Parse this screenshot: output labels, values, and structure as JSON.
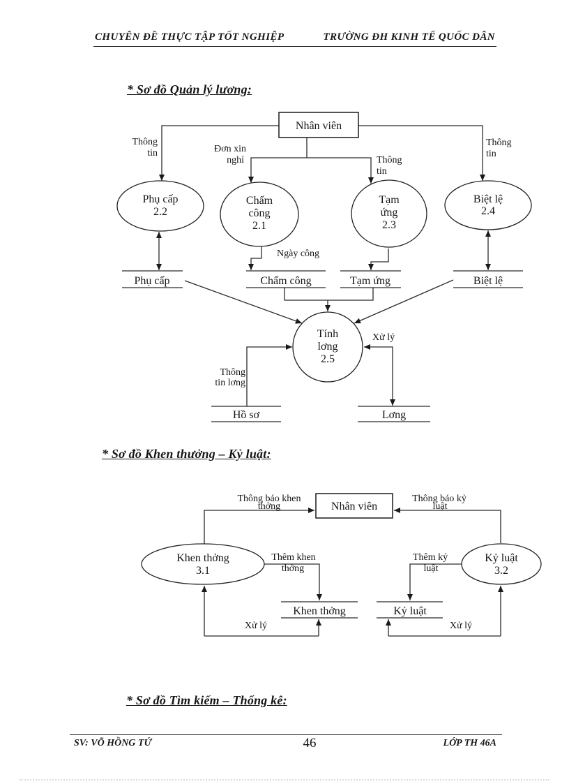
{
  "header": {
    "left": "CHUYÊN ĐỀ THỰC TẬP TỐT NGHIỆP",
    "right": "TRƯỜNG ĐH KINH TẾ QUỐC DÂN"
  },
  "titles": {
    "salary": "* Sơ đồ Quản lý lương:",
    "reward": "* Sơ đồ Khen thưởng – Kỷ luật:",
    "search": "* Sơ đồ Tìm kiếm – Thống kê:"
  },
  "d1": {
    "entity": "Nhân viên",
    "p_phucap": {
      "l1": "Phụ cấp",
      "l2": "2.2"
    },
    "p_chamcong": {
      "l1": "Chấm",
      "l2": "công",
      "l3": "2.1"
    },
    "p_tamung": {
      "l1": "Tạm",
      "l2": "ứng",
      "l3": "2.3"
    },
    "p_bietle": {
      "l1": "Biệt lệ",
      "l2": "2.4"
    },
    "p_tinhluong": {
      "l1": "Tính",
      "l2": "lơng",
      "l3": "2.5"
    },
    "s_phucap": "Phụ cấp",
    "s_chamcong": "Chấm công",
    "s_tamung": "Tạm ứng",
    "s_bietle": "Biệt lệ",
    "s_hoso": "Hồ sơ",
    "s_luong": "Lơng",
    "f_thongtin_left": {
      "l1": "Thông",
      "l2": "tin"
    },
    "f_donxinnghi": {
      "l1": "Đơn xin",
      "l2": "nghỉ"
    },
    "f_thongtin_mid": {
      "l1": "Thông",
      "l2": "tin"
    },
    "f_thongtin_right": {
      "l1": "Thông",
      "l2": "tin"
    },
    "f_ngaycong": "Ngày công",
    "f_xuly": "Xử lý",
    "f_thongtinluong": {
      "l1": "Thông",
      "l2": "tin lơng"
    }
  },
  "d2": {
    "entity": "Nhân viên",
    "p_khenthuong": {
      "l1": "Khen thởng",
      "l2": "3.1"
    },
    "p_kyluat": {
      "l1": "Kỷ luật",
      "l2": "3.2"
    },
    "s_khenthuong": "Khen thởng",
    "s_kyluat": "Kỷ luật",
    "f_tb_khen": {
      "l1": "Thông báo khen",
      "l2": "thởng"
    },
    "f_tb_ky": {
      "l1": "Thông báo kỷ",
      "l2": "luật"
    },
    "f_them_khen": {
      "l1": "Thêm khen",
      "l2": "thởng"
    },
    "f_them_ky": {
      "l1": "Thêm kỷ",
      "l2": "luật"
    },
    "f_xuly_left": "Xử lý",
    "f_xuly_right": "Xử lý"
  },
  "footer": {
    "left": "SV: VÕ HỒNG TỨ",
    "page_number": "46",
    "right": "LỚP TH 46A"
  }
}
